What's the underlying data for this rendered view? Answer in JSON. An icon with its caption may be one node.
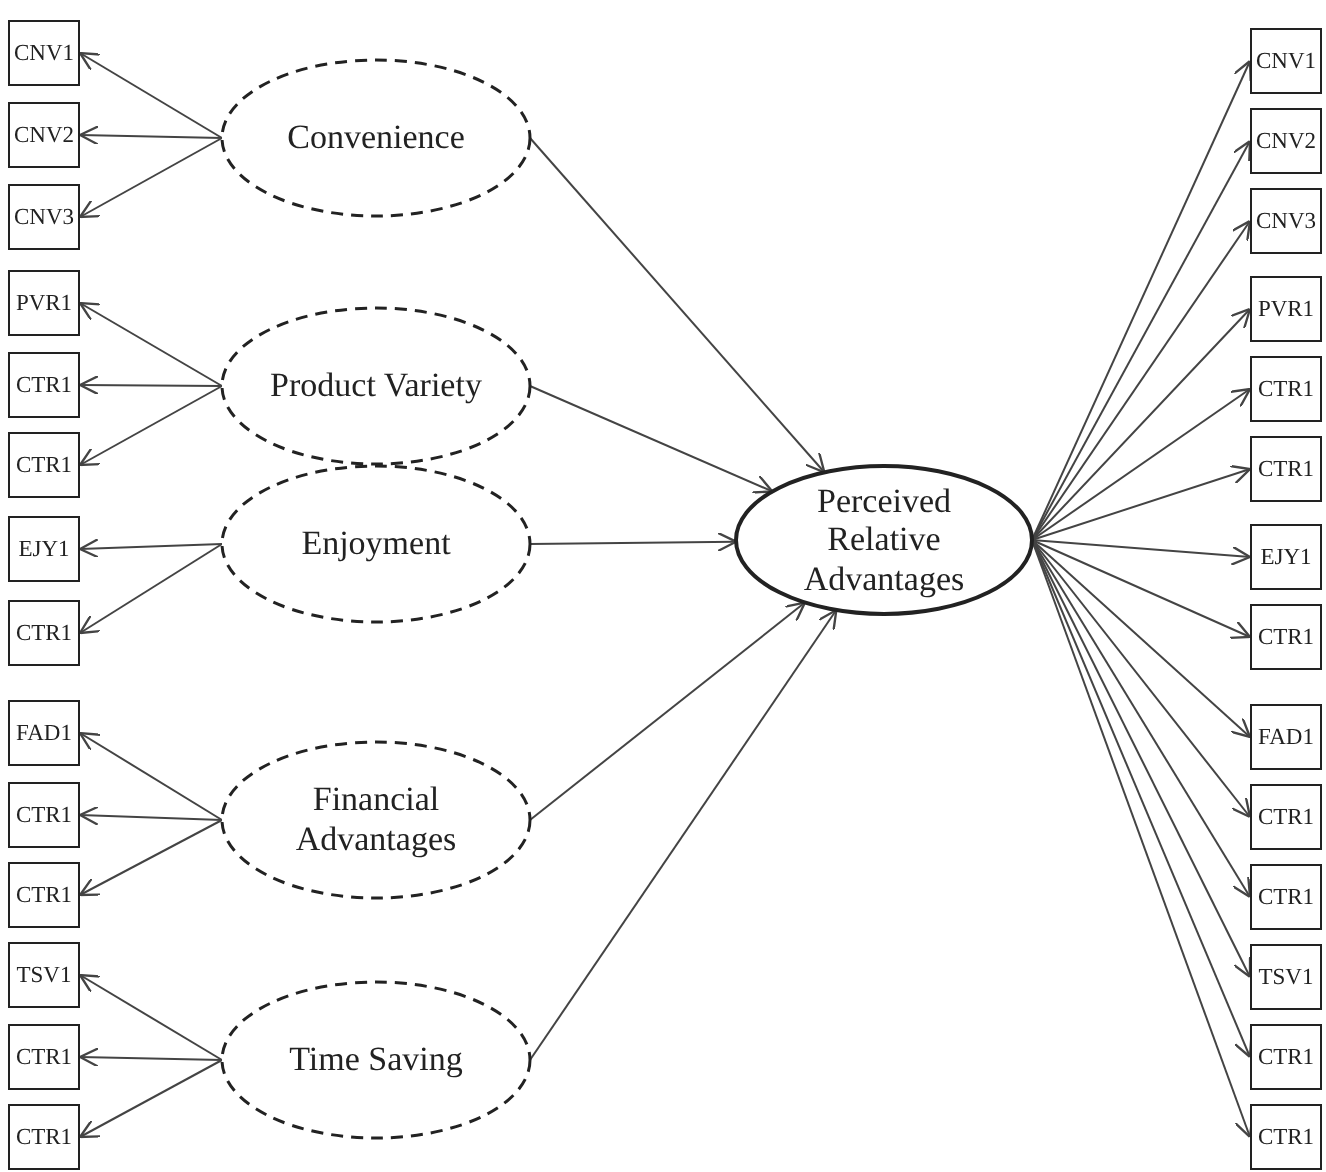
{
  "diagram": {
    "nodes": [
      {
        "text": [
          "CNV1"
        ]
      },
      {
        "text": [
          "CNV2"
        ]
      },
      {
        "text": [
          "CNV3"
        ]
      },
      {
        "text": [
          "PVR1"
        ]
      },
      {
        "text": [
          "CTR1"
        ]
      },
      {
        "text": [
          "CTR1"
        ]
      },
      {
        "text": [
          "EJY1"
        ]
      },
      {
        "text": [
          "CTR1"
        ]
      },
      {
        "text": [
          "FAD1"
        ]
      },
      {
        "text": [
          "CTR1"
        ]
      },
      {
        "text": [
          "CTR1"
        ]
      },
      {
        "text": [
          "TSV1"
        ]
      },
      {
        "text": [
          "CTR1"
        ]
      },
      {
        "text": [
          "CTR1"
        ]
      },
      {
        "text": [
          "Convenience"
        ]
      },
      {
        "text": [
          "Product Variety"
        ]
      },
      {
        "text": [
          "Enjoyment"
        ]
      },
      {
        "text": [
          "Financial Advantages"
        ]
      },
      {
        "text": [
          "Time Saving"
        ]
      },
      {
        "text": [
          "Perceived Relative Advantages"
        ]
      },
      {
        "text": [
          "CNV1"
        ]
      },
      {
        "text": [
          "CNV2"
        ]
      },
      {
        "text": [
          "CNV3"
        ]
      },
      {
        "text": [
          "PVR1"
        ]
      },
      {
        "text": [
          "CTR1"
        ]
      },
      {
        "text": [
          "CTR1"
        ]
      },
      {
        "text": [
          "EJY1"
        ]
      },
      {
        "text": [
          "CTR1"
        ]
      },
      {
        "text": [
          "FAD1"
        ]
      },
      {
        "text": [
          "CTR1"
        ]
      },
      {
        "text": [
          "CTR1"
        ]
      },
      {
        "text": [
          "TSV1"
        ]
      },
      {
        "text": [
          "CTR1"
        ]
      },
      {
        "text": [
          "CTR1"
        ]
      }
    ],
    "edges": [
      {
        "from": 14,
        "to": 0,
        "arrow": "to"
      },
      {
        "from": 14,
        "to": 1,
        "arrow": "to"
      },
      {
        "from": 14,
        "to": 2,
        "arrow": "to"
      },
      {
        "from": 15,
        "to": 3,
        "arrow": "to"
      },
      {
        "from": 15,
        "to": 4,
        "arrow": "to"
      },
      {
        "from": 15,
        "to": 5,
        "arrow": "to"
      },
      {
        "from": 16,
        "to": 6,
        "arrow": "to"
      },
      {
        "from": 16,
        "to": 7,
        "arrow": "to"
      },
      {
        "from": 17,
        "to": 8,
        "arrow": "to"
      },
      {
        "from": 17,
        "to": 9,
        "arrow": "to"
      },
      {
        "from": 17,
        "to": 10,
        "arrow": "to"
      },
      {
        "from": 18,
        "to": 11,
        "arrow": "to"
      },
      {
        "from": 18,
        "to": 12,
        "arrow": "to"
      },
      {
        "from": 18,
        "to": 13,
        "arrow": "to"
      },
      {
        "from": 14,
        "to": 19,
        "arrow": "to"
      },
      {
        "from": 15,
        "to": 19,
        "arrow": "to"
      },
      {
        "from": 16,
        "to": 19,
        "arrow": "to"
      },
      {
        "from": 17,
        "to": 19,
        "arrow": "to"
      },
      {
        "from": 18,
        "to": 19,
        "arrow": "to"
      },
      {
        "from": 19,
        "to": 20,
        "arrow": "to"
      },
      {
        "from": 19,
        "to": 21,
        "arrow": "to"
      },
      {
        "from": 19,
        "to": 22,
        "arrow": "to"
      },
      {
        "from": 19,
        "to": 23,
        "arrow": "to"
      },
      {
        "from": 19,
        "to": 24,
        "arrow": "to"
      },
      {
        "from": 19,
        "to": 25,
        "arrow": "to"
      },
      {
        "from": 19,
        "to": 26,
        "arrow": "to"
      },
      {
        "from": 19,
        "to": 27,
        "arrow": "to"
      },
      {
        "from": 19,
        "to": 28,
        "arrow": "to"
      },
      {
        "from": 19,
        "to": 29,
        "arrow": "to"
      },
      {
        "from": 19,
        "to": 30,
        "arrow": "to"
      },
      {
        "from": 19,
        "to": 31,
        "arrow": "to"
      },
      {
        "from": 19,
        "to": 32,
        "arrow": "to"
      },
      {
        "from": 19,
        "to": 33,
        "arrow": "to"
      }
    ]
  }
}
